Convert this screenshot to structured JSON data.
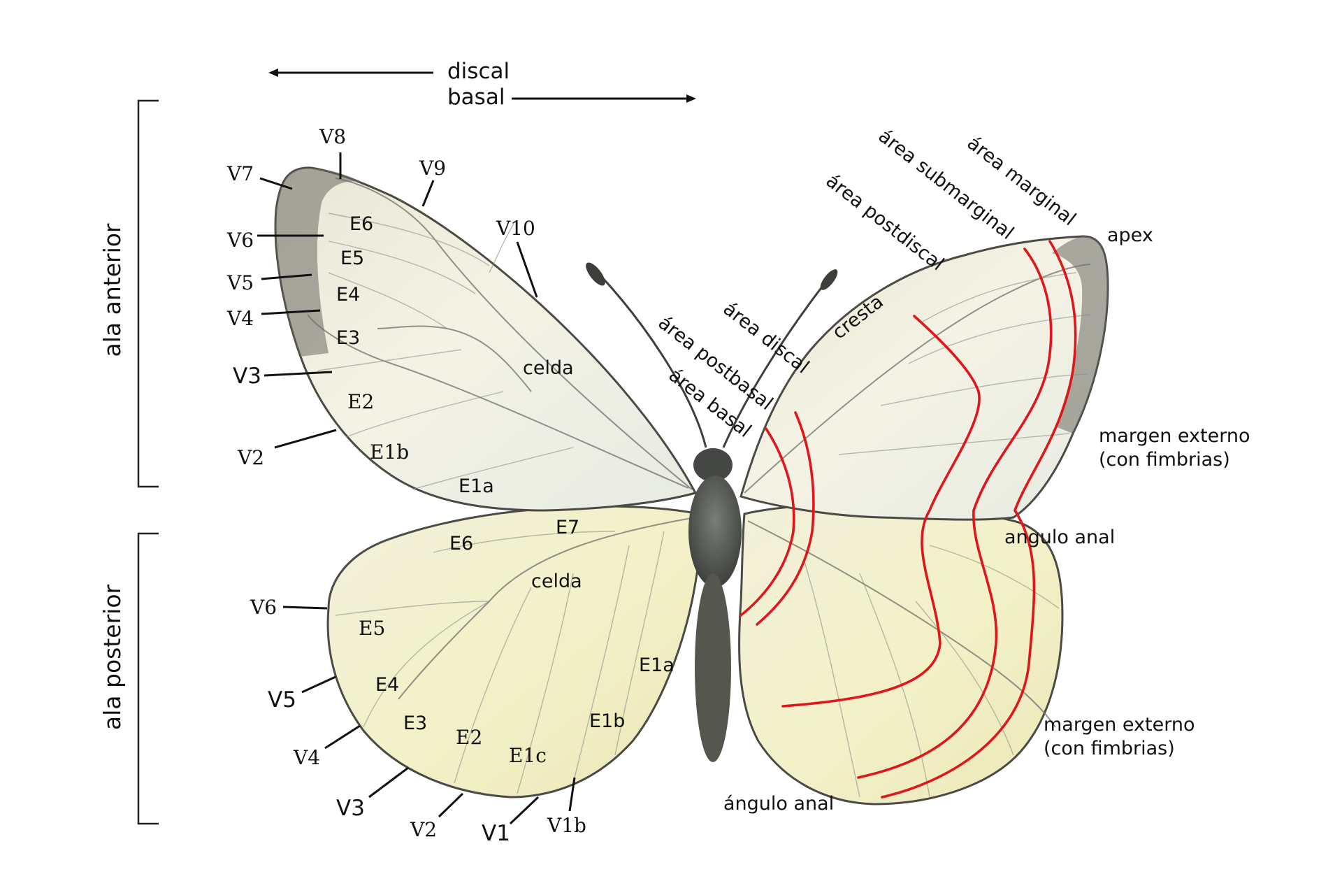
{
  "axis": {
    "discal": "discal",
    "basal": "basal"
  },
  "sides": {
    "forewing": "ala anterior",
    "hindwing": "ala posterior"
  },
  "forewing_left": {
    "veins": [
      "V8",
      "V7",
      "V9",
      "V6",
      "V10",
      "V5",
      "V4",
      "V3",
      "V2"
    ],
    "spaces": [
      "E6",
      "E5",
      "E4",
      "E3",
      "E2",
      "E1b",
      "E1a"
    ],
    "cell": "celda"
  },
  "hindwing_left": {
    "veins": [
      "V6",
      "V5",
      "V4",
      "V3",
      "V2",
      "V1",
      "V1b"
    ],
    "spaces": [
      "E7",
      "E6",
      "E5",
      "E4",
      "E3",
      "E2",
      "E1c",
      "E1b",
      "E1a"
    ],
    "cell": "celda"
  },
  "areas": {
    "marginal": "área marginal",
    "submarginal": "área submarginal",
    "postdiscal": "área postdiscal",
    "cresta": "cresta",
    "discal": "área discal",
    "postbasal": "área postbasal",
    "basal": "área basal"
  },
  "right_labels": {
    "apex": "apex",
    "margin_fore": "margen externo",
    "margin_fore_note": "(con fimbrias)",
    "anal_angle_fore": "angulo anal",
    "margin_hind": "margen externo",
    "margin_hind_note": "(con fimbrias)",
    "anal_angle_hind": "ángulo anal"
  },
  "colors": {
    "zone_lines": "#e0161a",
    "wing_fill": "#f3f0df",
    "hindwing_fill": "#f2f1d0",
    "body": "#4a4c48"
  }
}
